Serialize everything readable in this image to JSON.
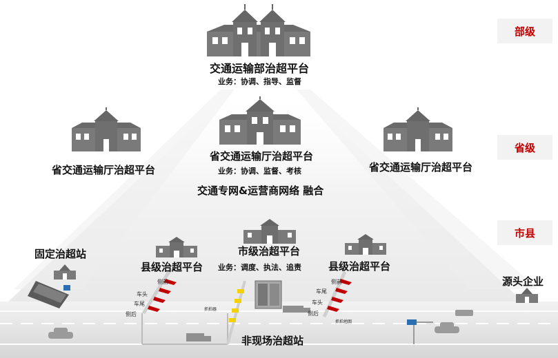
{
  "levels": [
    "部级",
    "省级",
    "市县"
  ],
  "ministry": {
    "title": "交通运输部治超平台",
    "duties": "业务：协调、指导、监督"
  },
  "province_center": {
    "title": "省交通运输厅治超平台",
    "duties": "业务：协调、监督、考核"
  },
  "province_left": {
    "title": "省交通运输厅治超平台"
  },
  "province_right": {
    "title": "省交通运输厅治超平台"
  },
  "network_fusion": "交通专网&运营商网络 融合",
  "fixed_station": "固定治超站",
  "county_left": "县级治超平台",
  "city": {
    "title": "市级治超平台",
    "duties": "业务：调度、执法、追责"
  },
  "county_right": "县级治超平台",
  "source_enterprise": "源头企业",
  "nonsite_station": "非现场治超站",
  "camera_labels": {
    "left": [
      "侧前",
      "车头",
      "车尾",
      "侧后"
    ],
    "right": [
      "侧前",
      "车尾",
      "车头",
      "侧后"
    ]
  },
  "small_labels": [
    "抓拍器",
    "抓拍地图"
  ],
  "colors": {
    "accent": "#c00000",
    "building": "#7a7a7a",
    "road": "#d9d9d9"
  }
}
